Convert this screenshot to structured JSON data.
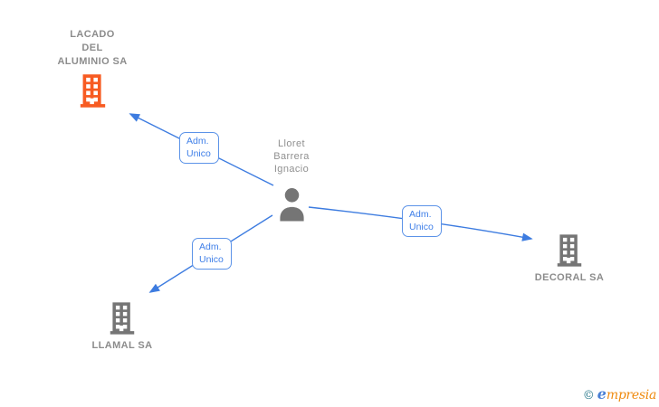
{
  "diagram": {
    "person": {
      "name": "Lloret Barrera Ignacio",
      "name_lines": [
        "Lloret",
        "Barrera",
        "Ignacio"
      ],
      "icon": "person-icon"
    },
    "companies": [
      {
        "name": "LACADO DEL ALUMINIO SA",
        "name_lines": [
          "LACADO",
          "DEL",
          "ALUMINIO SA"
        ],
        "icon": "building-icon",
        "icon_color": "#f75b22"
      },
      {
        "name": "LLAMAL SA",
        "icon": "building-icon",
        "icon_color": "#757575"
      },
      {
        "name": "DECORAL SA",
        "icon": "building-icon",
        "icon_color": "#757575"
      }
    ],
    "relations": [
      {
        "from": "Lloret Barrera Ignacio",
        "to": "LACADO DEL ALUMINIO SA",
        "label_lines": [
          "Adm.",
          "Unico"
        ]
      },
      {
        "from": "Lloret Barrera Ignacio",
        "to": "LLAMAL SA",
        "label_lines": [
          "Adm.",
          "Unico"
        ]
      },
      {
        "from": "Lloret Barrera Ignacio",
        "to": "DECORAL SA",
        "label_lines": [
          "Adm.",
          "Unico"
        ]
      }
    ],
    "colors": {
      "link_blue": "#3d7ce0",
      "label_blue": "#3f7fe8",
      "icon_gray": "#757575",
      "icon_orange": "#f75b22",
      "text_gray": "#8c8c8c"
    }
  },
  "footer": {
    "copyright": "©",
    "brand": "empresia",
    "brand_initial": "e",
    "brand_rest": "mpresia"
  }
}
